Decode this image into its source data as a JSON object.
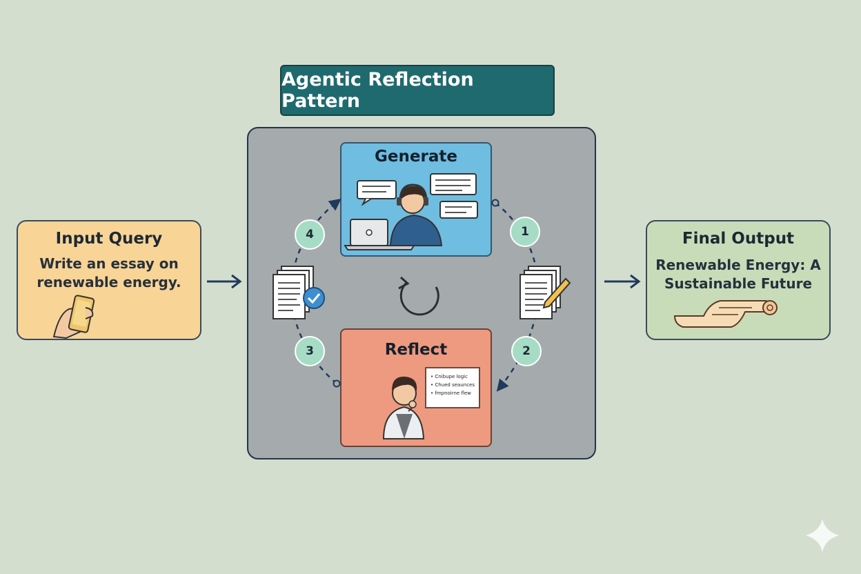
{
  "title": "Agentic Reflection Pattern",
  "input": {
    "heading": "Input Query",
    "line1": "Write an essay on",
    "line2": "renewable energy."
  },
  "output": {
    "heading": "Final Output",
    "line1": "Renewable Energy: A",
    "line2": "Sustainable Future"
  },
  "generate": {
    "heading": "Generate"
  },
  "reflect": {
    "heading": "Reflect",
    "notes": [
      "• Cnibupe logic",
      "• Chued seaunces",
      "• fmpnoirne flew"
    ]
  },
  "steps": [
    "1",
    "2",
    "3",
    "4"
  ],
  "colors": {
    "title_bg": "#1f6a6f",
    "input_bg": "#f8d497",
    "output_bg": "#c9dcba",
    "generate_bg": "#6fbde1",
    "reflect_bg": "#ee9a80",
    "step_bg": "#a6dcc6",
    "arrow": "#1f3a5c"
  }
}
